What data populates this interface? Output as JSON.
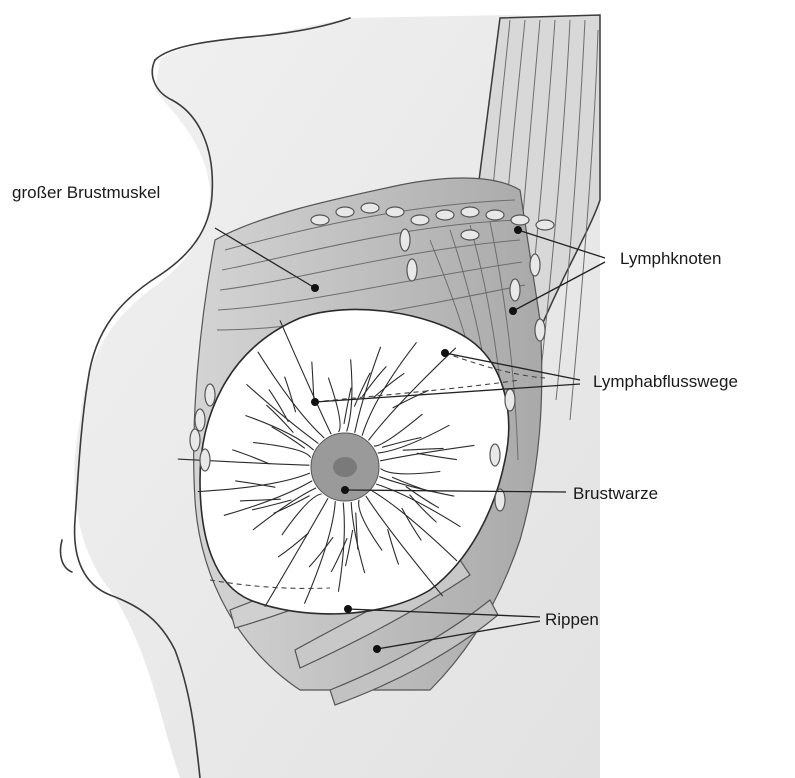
{
  "labels": {
    "pectoral_muscle": "großer Brustmuskel",
    "lymph_nodes": "Lymphknoten",
    "lymph_drainage": "Lymphabflusswege",
    "nipple": "Brustwarze",
    "ribs": "Rippen"
  },
  "colors": {
    "skin": "#efefef",
    "muscle": "#c9c9c9",
    "gland": "#ffffff",
    "areola": "#9a9a9a",
    "nipple": "#7a7a7a",
    "rib": "#b5b5b5"
  }
}
